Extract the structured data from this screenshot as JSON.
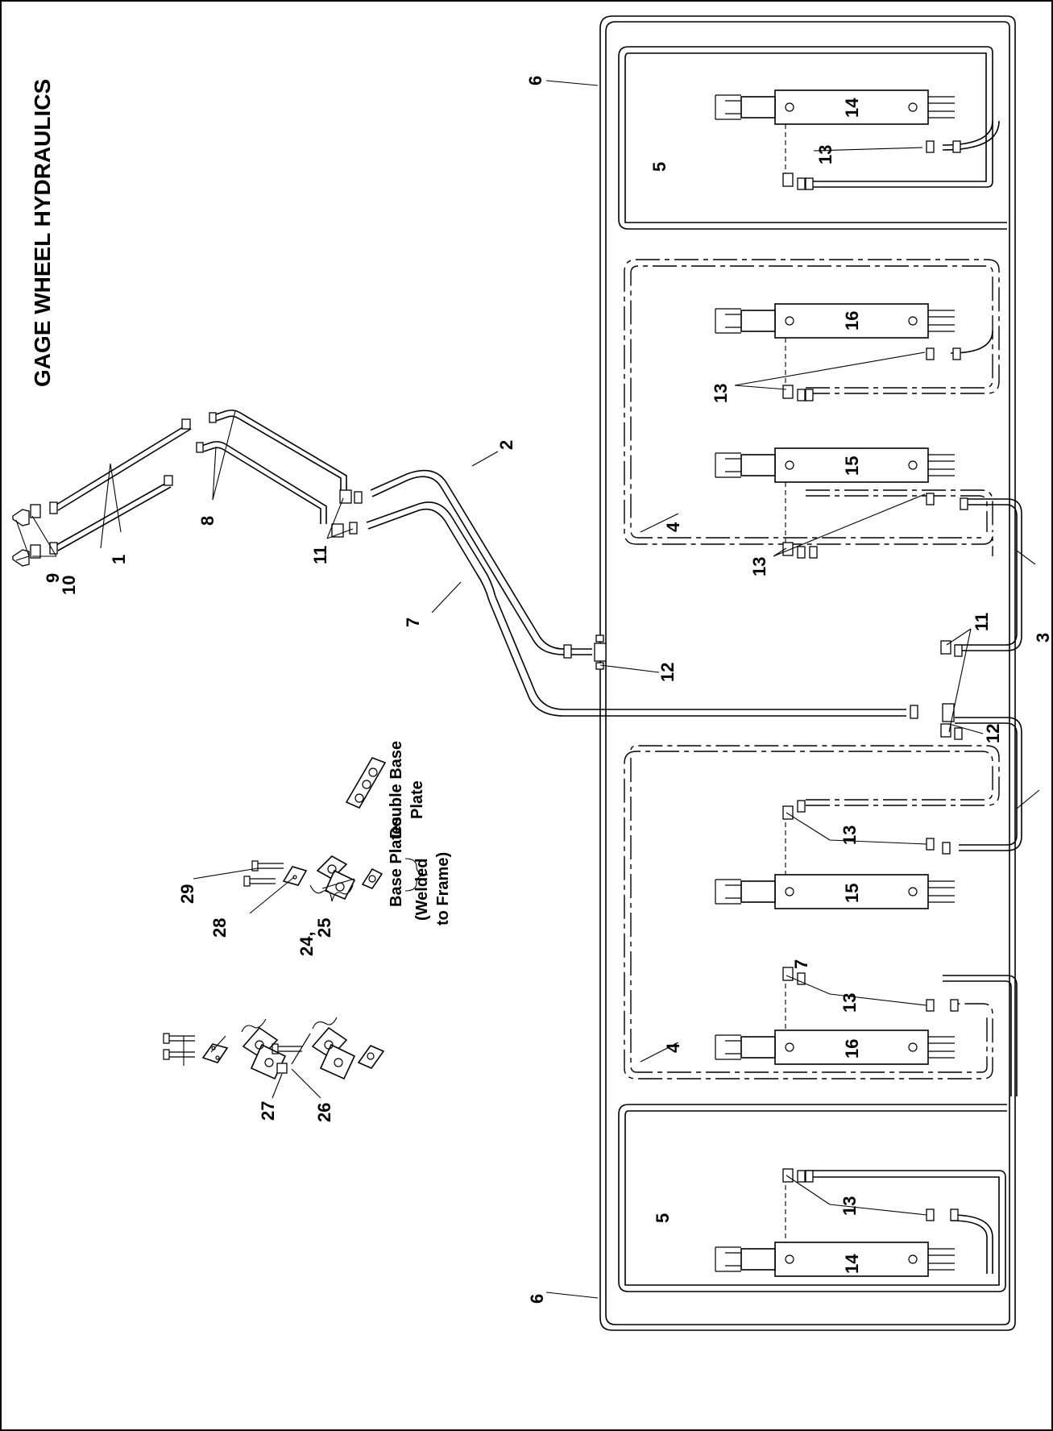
{
  "title": "GAGE WHEEL HYDRAULICS",
  "callouts": {
    "c1": "1",
    "c2": "2",
    "c3": "3",
    "c4": "4",
    "c5": "5",
    "c6": "6",
    "c7": "7",
    "c8": "8",
    "c9": "9",
    "c10": "10",
    "c11": "11",
    "c12": "12",
    "c13": "13",
    "c14": "14",
    "c15": "15",
    "c16": "16",
    "c24": "24,",
    "c25": "25",
    "c26": "26",
    "c27": "27",
    "c28": "28",
    "c29": "29"
  },
  "notes": {
    "base_plates": "Base Plates",
    "welded_line1": "(Welded",
    "welded_line2": "to Frame)",
    "double_line1": "Double Base",
    "double_line2": "Plate"
  }
}
